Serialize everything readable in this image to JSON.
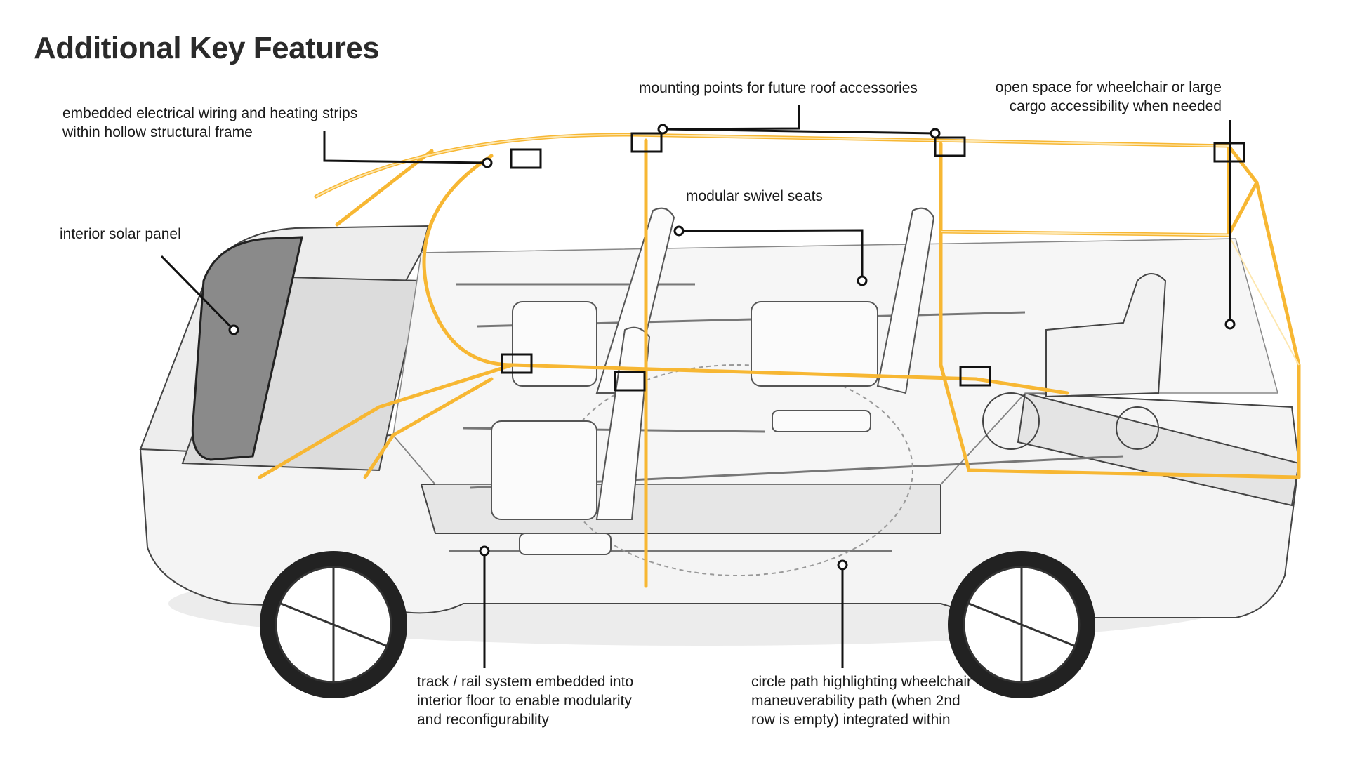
{
  "title": "Additional Key Features",
  "labels": {
    "wiring": "embedded electrical wiring and heating strips\nwithin hollow structural frame",
    "roof": "mounting points for future roof accessories",
    "wheelchair_space": "open space for wheelchair or large\ncargo accessibility when needed",
    "solar": "interior solar panel",
    "seats": "modular swivel seats",
    "rail": "track / rail system embedded into\ninterior floor to enable modularity\nand reconfigurability",
    "circle_path": "circle path highlighting wheelchair\nmaneuverability path (when 2nd\nrow is empty) integrated within"
  },
  "colors": {
    "frame": "#f7b733",
    "outline": "#111111",
    "body": "#e9e9e9",
    "panel": "#8a8a8a"
  }
}
